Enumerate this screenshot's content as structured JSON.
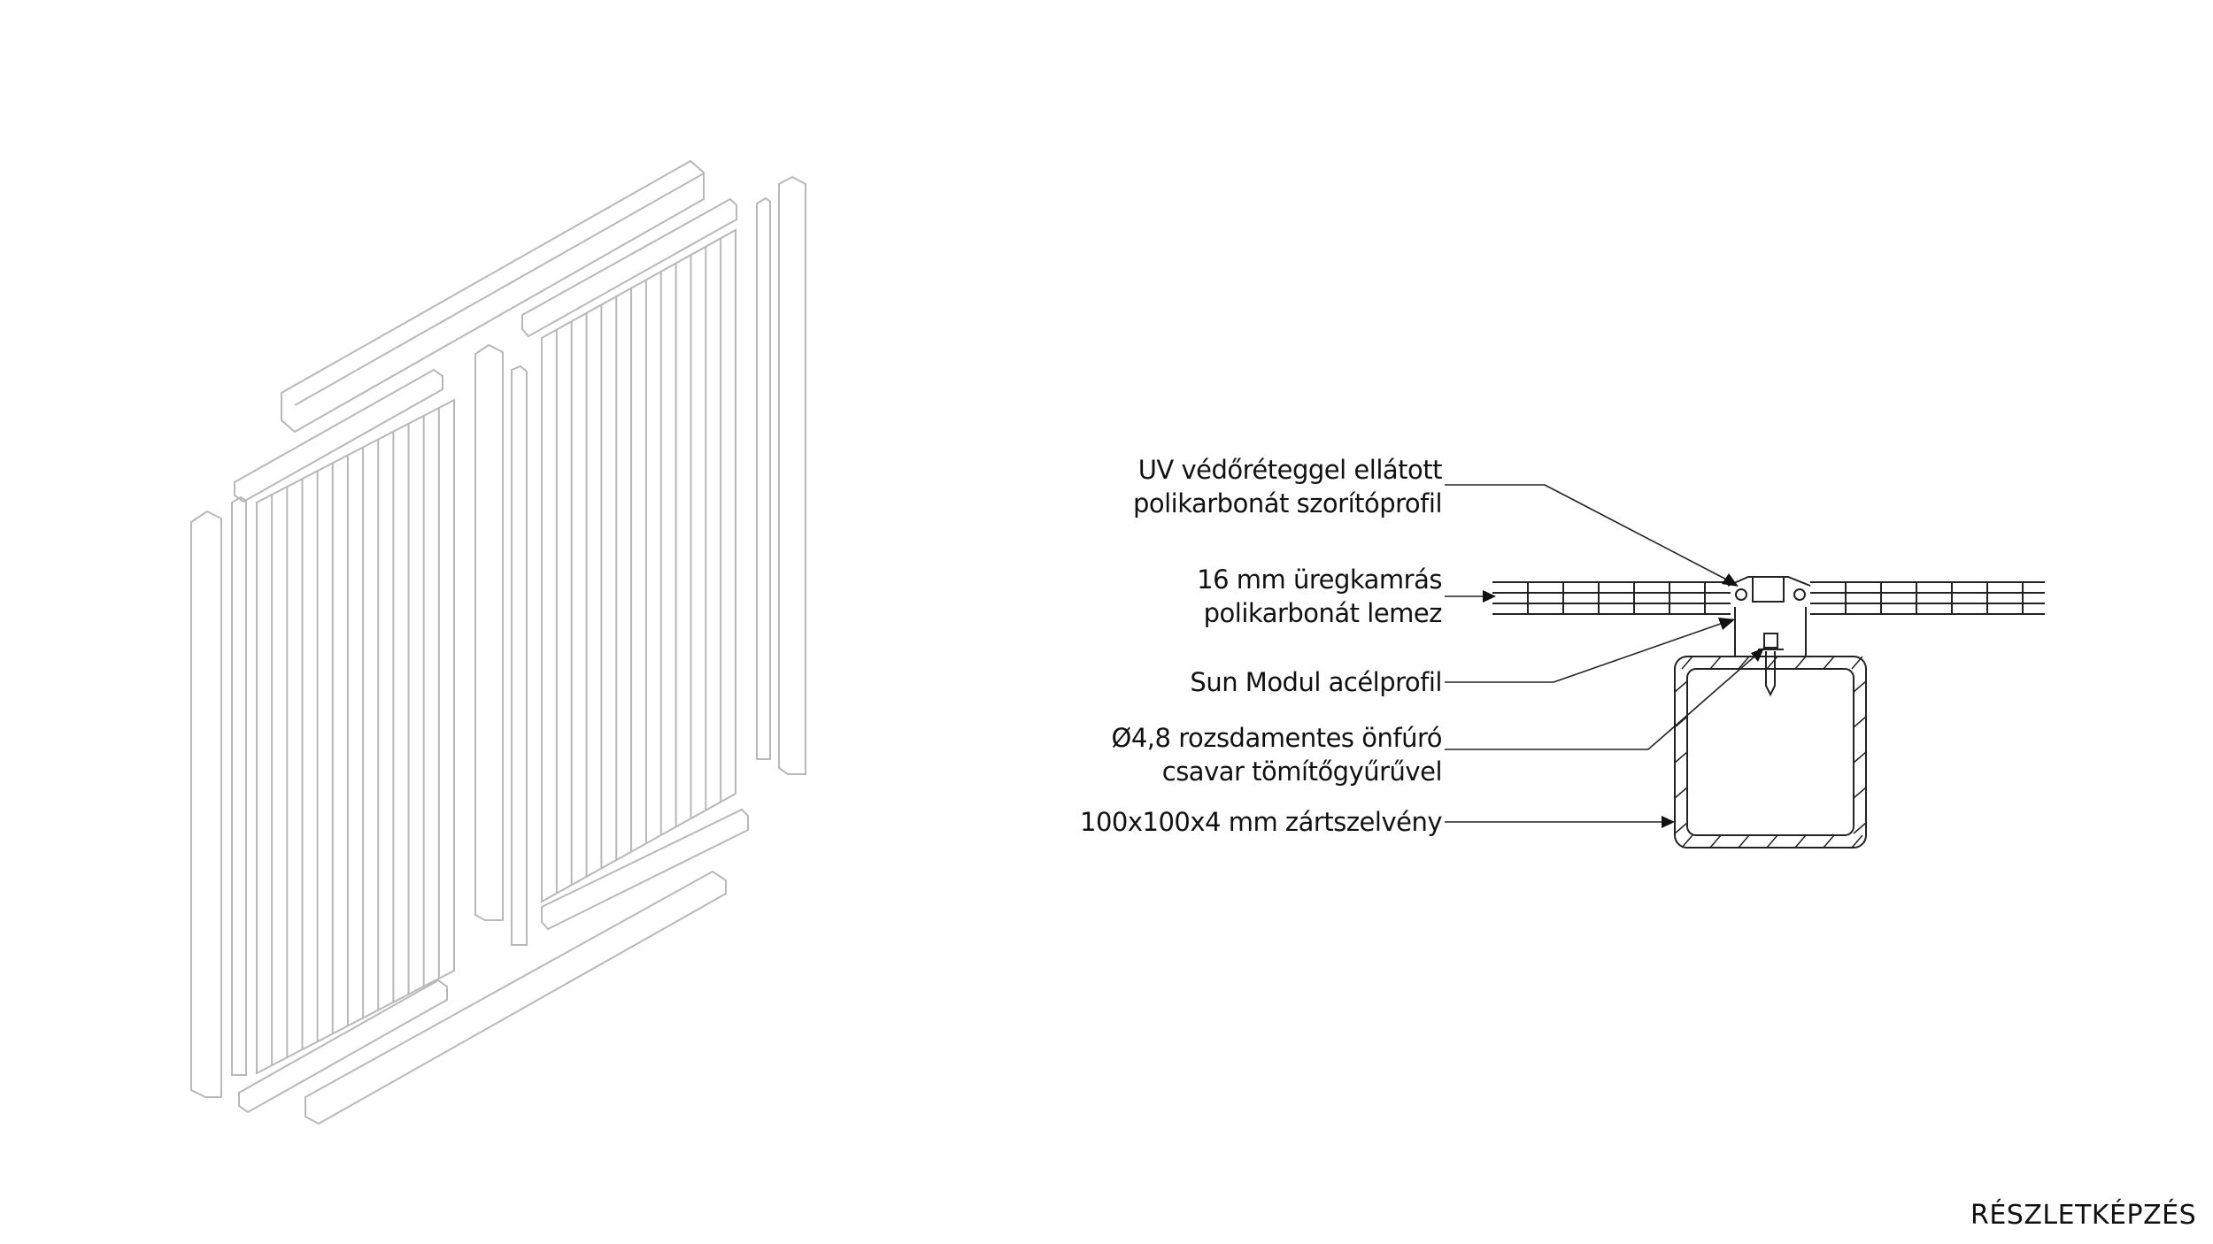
{
  "labels": {
    "clamp_profile": [
      "UV védőréteggel ellátott",
      "polikarbonát szorítóprofil"
    ],
    "sheet": [
      "16 mm üregkamrás",
      "polikarbonát lemez"
    ],
    "steel_profile": "Sun Modul acélprofil",
    "screw": [
      "Ø4,8 rozsdamentes önfúró",
      "csavar tömítőgyűrűvel"
    ],
    "rhs": "100x100x4 mm zártszelvény"
  },
  "title": "RÉSZLETKÉPZÉS"
}
